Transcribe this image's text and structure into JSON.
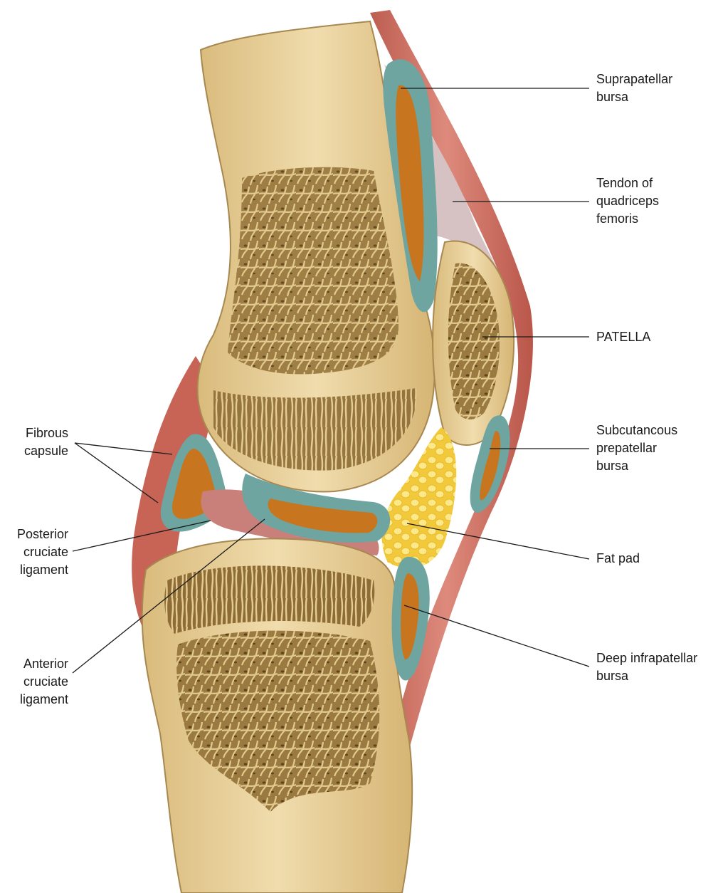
{
  "colors": {
    "bone": "#e3c88f",
    "bone_light": "#efdcae",
    "bone_dark": "#8a6a35",
    "cancellous": "#b28e4e",
    "muscle": "#c8675a",
    "muscle_light": "#e4a095",
    "bursa_rim": "#6ea5a0",
    "bursa_fluid": "#c7761f",
    "fat": "#f8d94a",
    "ligament": "#c9807a",
    "leader": "#1a1a1a"
  },
  "labels": {
    "suprapatellar": [
      "Suprapatellar",
      "bursa"
    ],
    "quadriceps": [
      "Tendon of",
      "quadriceps",
      "femoris"
    ],
    "patella": [
      "PATELLA"
    ],
    "prepatellar": [
      "Subcutancous",
      "prepatellar",
      "bursa"
    ],
    "fat_pad": [
      "Fat pad"
    ],
    "infrapatellar": [
      "Deep infrapatellar",
      "bursa"
    ],
    "fibrous": [
      "Fibrous",
      "capsule"
    ],
    "posterior": [
      "Posterior",
      "cruciate",
      "ligament"
    ],
    "anterior": [
      "Anterior",
      "cruciate",
      "ligament"
    ]
  }
}
